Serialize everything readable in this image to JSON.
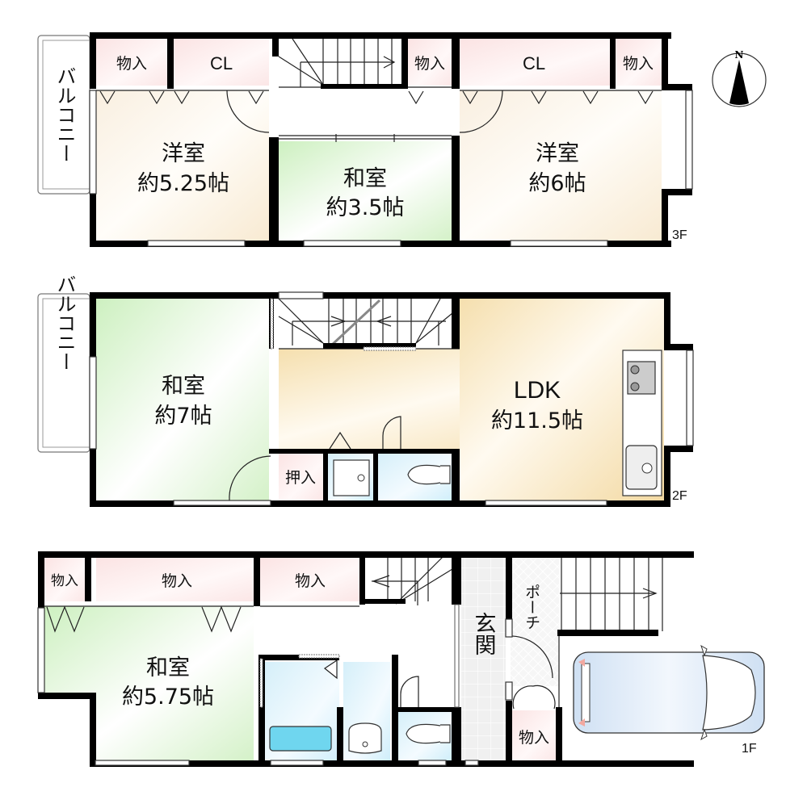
{
  "compass": {
    "label": "N"
  },
  "floors": [
    {
      "name": "3F",
      "rooms": [
        {
          "id": "western-room-1",
          "type": "洋室",
          "size": "約5.25帖"
        },
        {
          "id": "japanese-room-1",
          "type": "和室",
          "size": "約3.5帖"
        },
        {
          "id": "western-room-2",
          "type": "洋室",
          "size": "約6帖"
        }
      ],
      "storage": [
        "物入",
        "CL",
        "物入",
        "CL",
        "物入"
      ],
      "balcony": "バルコニー"
    },
    {
      "name": "2F",
      "rooms": [
        {
          "id": "japanese-room-2",
          "type": "和室",
          "size": "約7帖"
        },
        {
          "id": "ldk",
          "type": "LDK",
          "size": "約11.5帖"
        }
      ],
      "storage": [
        "押入"
      ],
      "balcony": "バルコニー"
    },
    {
      "name": "1F",
      "rooms": [
        {
          "id": "japanese-room-3",
          "type": "和室",
          "size": "約5.75帖"
        }
      ],
      "storage": [
        "物入",
        "物入",
        "物入",
        "物入"
      ],
      "entrance": "玄関",
      "porch": "ポーチ"
    }
  ],
  "colors": {
    "wall": "#000000",
    "western_room": "#fbf3e6",
    "japanese_room": "#dcf5d2",
    "ldk": "#f7e3b8",
    "storage": "#fbe6e6",
    "wet_area": "#dff3fb",
    "car": "#dce9f7"
  }
}
